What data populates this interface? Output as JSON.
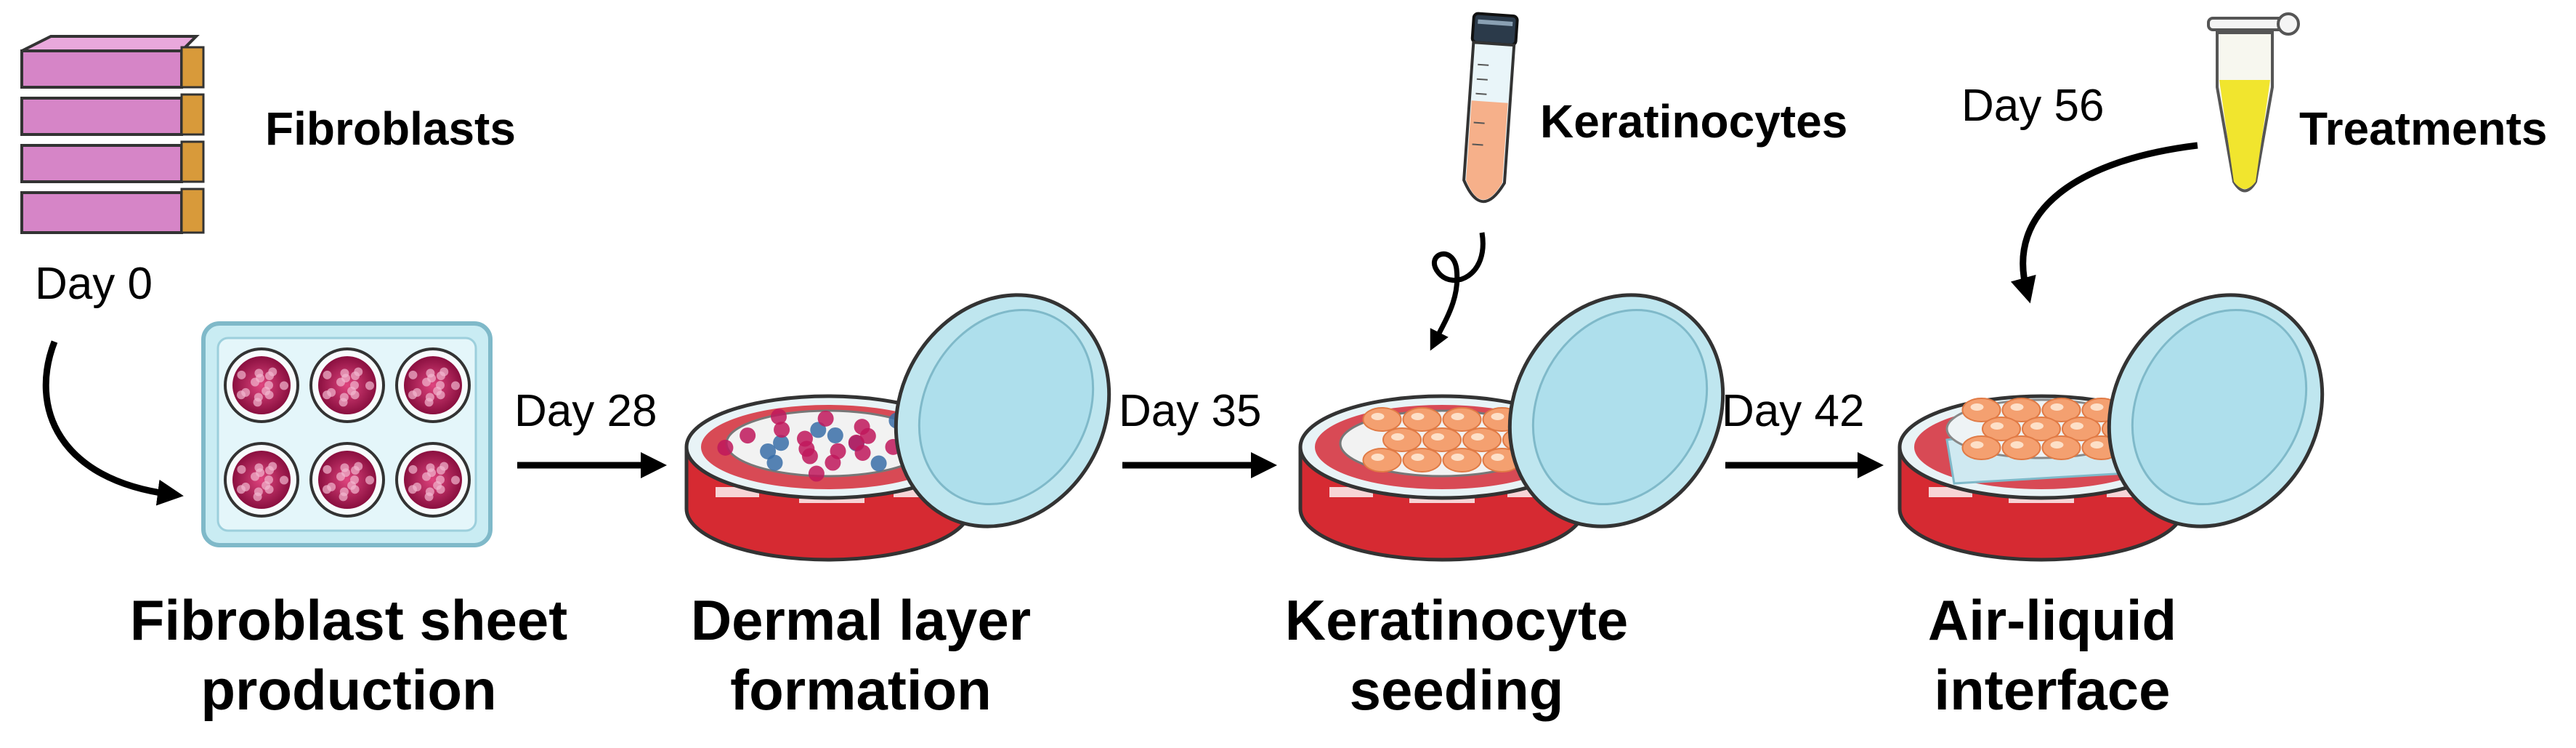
{
  "labels": {
    "fibroblasts": "Fibroblasts",
    "keratinocytes": "Keratinocytes",
    "treatments": "Treatments"
  },
  "days": {
    "day0": "Day 0",
    "day28": "Day 28",
    "day35": "Day 35",
    "day42": "Day 42",
    "day56": "Day 56"
  },
  "stages": [
    {
      "line1": "Fibroblast sheet",
      "line2": "production"
    },
    {
      "line1": "Dermal layer",
      "line2": "formation"
    },
    {
      "line1": "Keratinocyte",
      "line2": "seeding"
    },
    {
      "line1": "Air-liquid",
      "line2": "interface"
    }
  ],
  "colors": {
    "flask": "#d07ac2",
    "plate": "#bfe6ef",
    "cells": "#c0185c",
    "medium": "#d62a32",
    "keratinocyte": "#f4a070",
    "lid": "#a9dbe9",
    "tube_liquid": "#f6b08a",
    "treatment_liquid": "#f1e52e"
  }
}
